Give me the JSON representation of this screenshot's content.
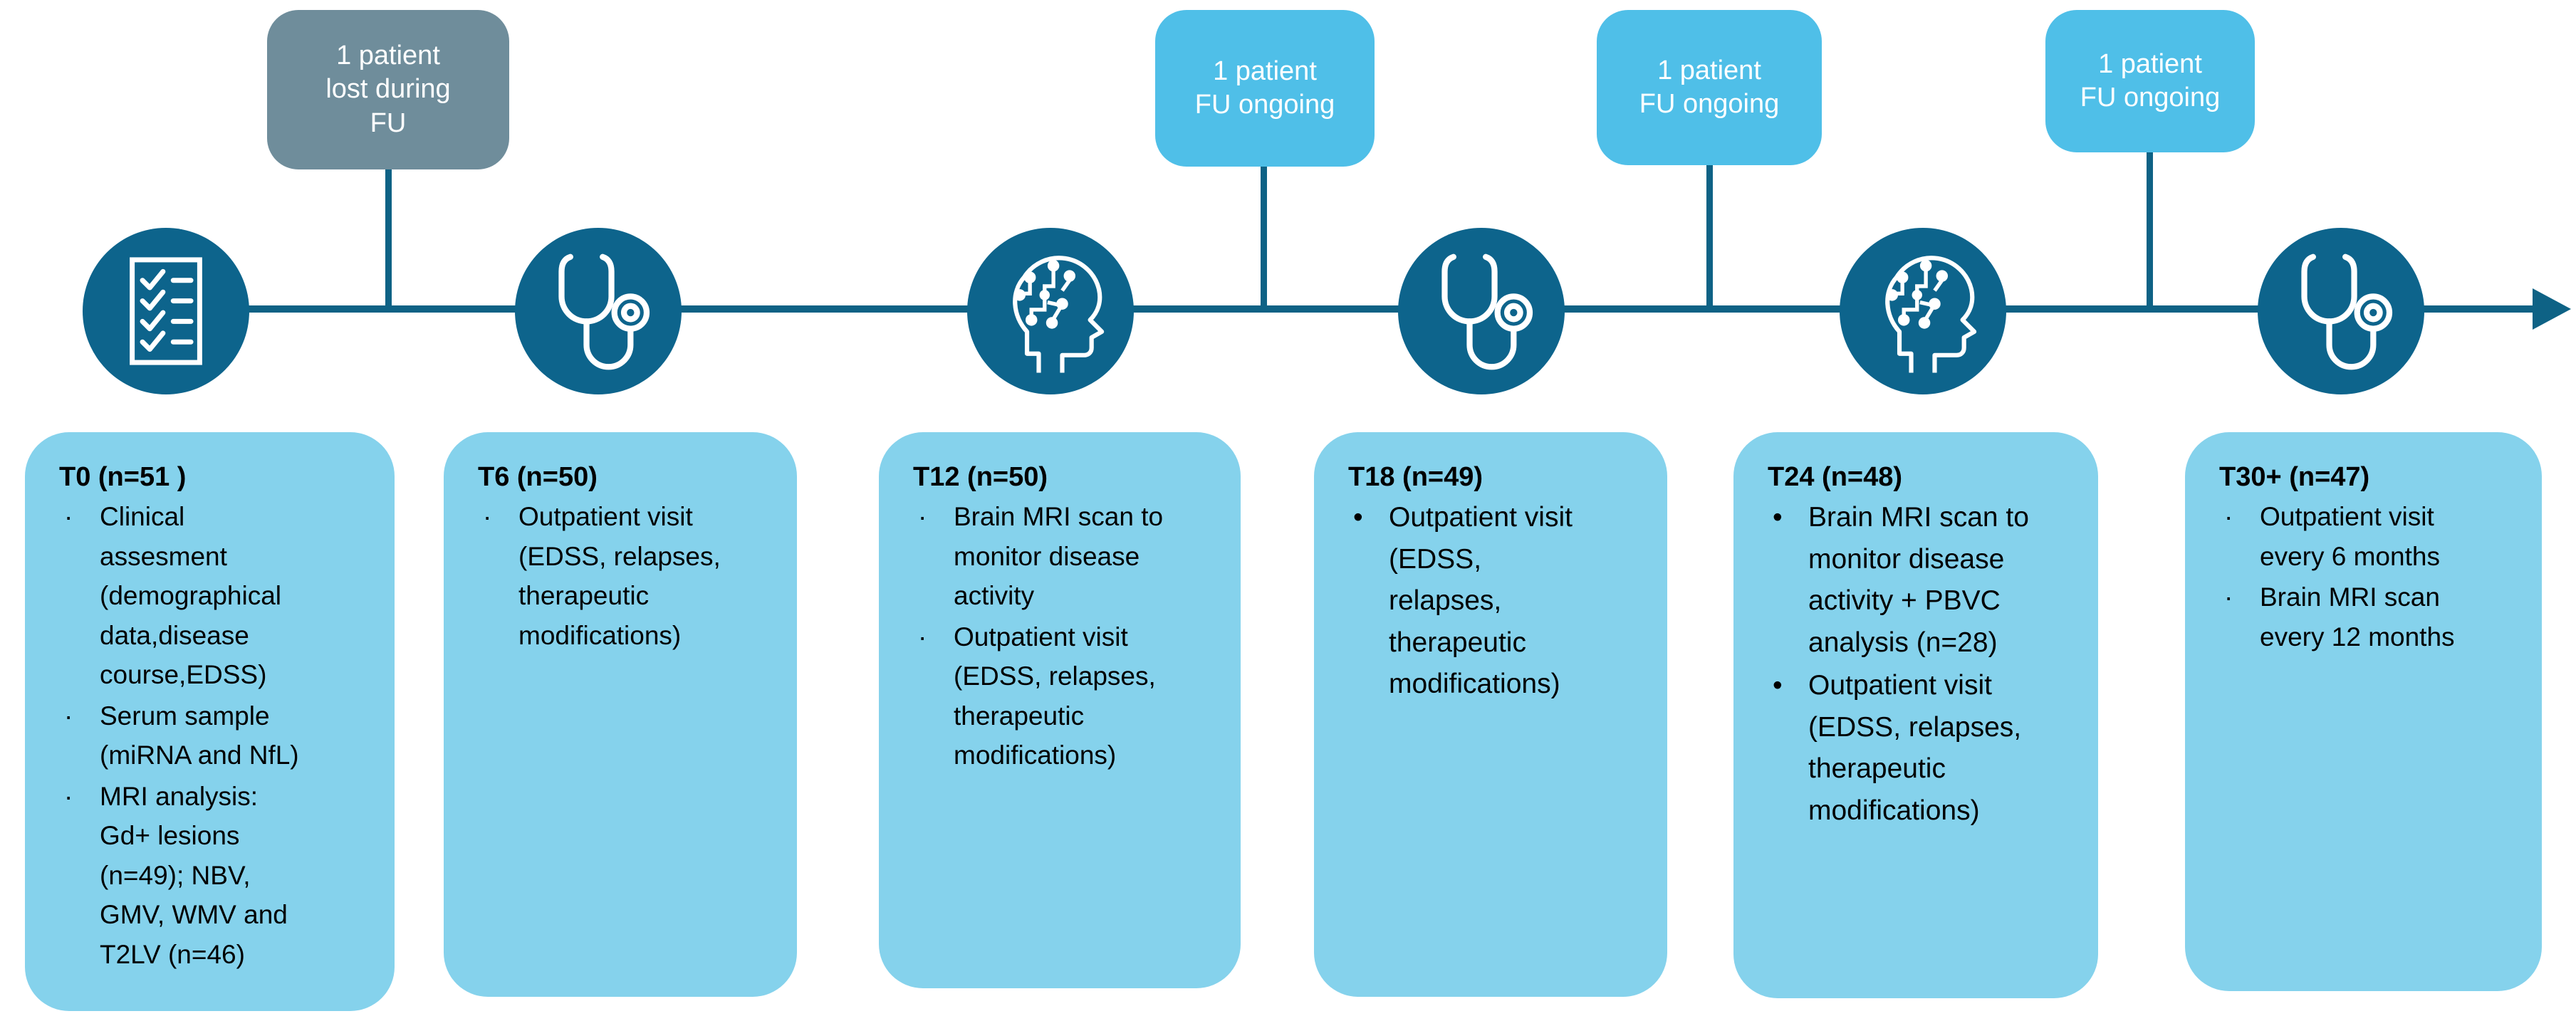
{
  "diagram": {
    "type": "clinical-study-follow-up-timeline",
    "colors": {
      "node_fill": "#0D648C",
      "axis_line": "#0E6285",
      "callout_blue": "#4FBFE8",
      "callout_gray": "#6F8D9B",
      "info_box_fill": "#85D2EC",
      "text_dark": "#000000",
      "text_light": "#FFFFFF"
    },
    "callouts": [
      {
        "variant": "gray",
        "text": "1 patient\nlost during\nFU"
      },
      {
        "variant": "blue",
        "text": "1 patient\nFU ongoing"
      },
      {
        "variant": "blue",
        "text": "1 patient\nFU ongoing"
      },
      {
        "variant": "blue",
        "text": "1 patient\nFU ongoing"
      }
    ],
    "nodes": [
      {
        "icon": "checklist-icon"
      },
      {
        "icon": "stethoscope-icon"
      },
      {
        "icon": "brain-circuit-icon"
      },
      {
        "icon": "stethoscope-icon"
      },
      {
        "icon": "brain-circuit-icon"
      },
      {
        "icon": "stethoscope-icon"
      }
    ],
    "boxes": [
      {
        "title": "T0 (n=51 )",
        "bullet": "·",
        "items": [
          "Clinical\nassesment\n(demographical\ndata,disease\ncourse,EDSS)",
          "Serum sample\n(miRNA and NfL)",
          "MRI analysis:\nGd+ lesions\n(n=49); NBV,\nGMV, WMV and\nT2LV (n=46)"
        ]
      },
      {
        "title": "T6 (n=50)",
        "bullet": "·",
        "items": [
          "Outpatient visit\n(EDSS, relapses,\ntherapeutic\nmodifications)"
        ]
      },
      {
        "title": "T12 (n=50)",
        "bullet": "·",
        "items": [
          "Brain MRI scan to\nmonitor disease\nactivity",
          "Outpatient visit\n(EDSS, relapses,\ntherapeutic\nmodifications)"
        ]
      },
      {
        "title": "T18 (n=49)",
        "bullet": "•",
        "items": [
          "Outpatient visit\n(EDSS,\nrelapses,\ntherapeutic\nmodifications)"
        ]
      },
      {
        "title": "T24 (n=48)",
        "bullet": "•",
        "items": [
          "Brain MRI scan to\nmonitor disease\nactivity + PBVC\nanalysis (n=28)",
          "Outpatient visit\n(EDSS, relapses,\ntherapeutic\nmodifications)"
        ]
      },
      {
        "title": "T30+ (n=47)",
        "bullet": "·",
        "items": [
          "Outpatient visit\nevery 6 months",
          "Brain MRI scan\nevery 12 months"
        ]
      }
    ]
  }
}
